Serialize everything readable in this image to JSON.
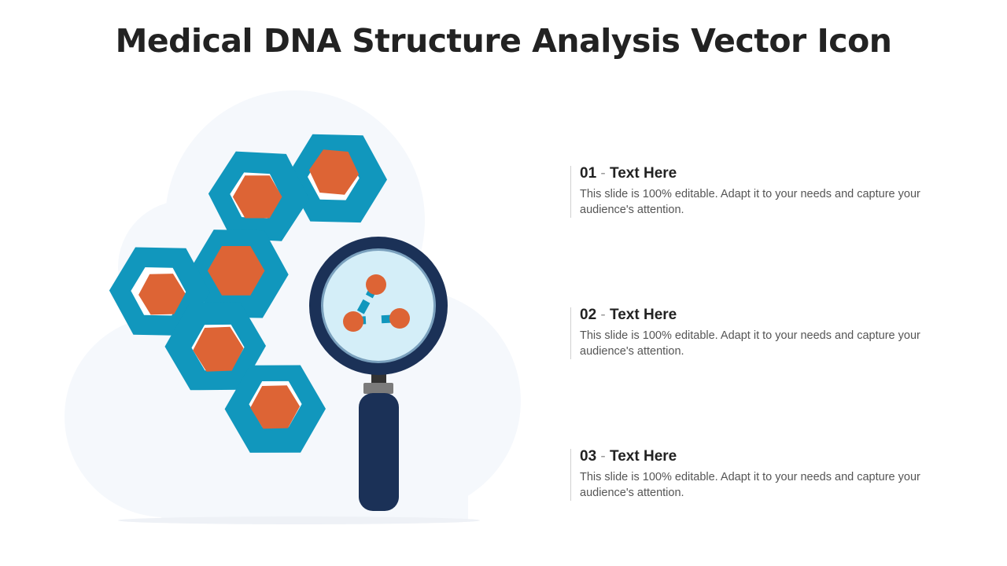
{
  "page": {
    "title": "Medical DNA Structure Analysis Vector Icon"
  },
  "colors": {
    "hexagon_frame": "#1197bd",
    "hexagon_core": "#dd6435",
    "magnifier_frame": "#1b3157",
    "lens_fill": "#d4eef8",
    "background_blob": "#f5f8fc"
  },
  "icons": [
    "hexagon-chain-icon",
    "magnifying-glass-icon",
    "molecule-icon"
  ],
  "items": [
    {
      "number": "01",
      "separator": "-",
      "heading": "Text Here",
      "body": "This slide is 100% editable. Adapt it to your needs and capture your audience's attention."
    },
    {
      "number": "02",
      "separator": "-",
      "heading": "Text Here",
      "body": "This slide is 100% editable. Adapt it to your needs and capture your audience's attention."
    },
    {
      "number": "03",
      "separator": "-",
      "heading": "Text Here",
      "body": "This slide is 100% editable. Adapt it to your needs and capture your audience's attention."
    }
  ]
}
